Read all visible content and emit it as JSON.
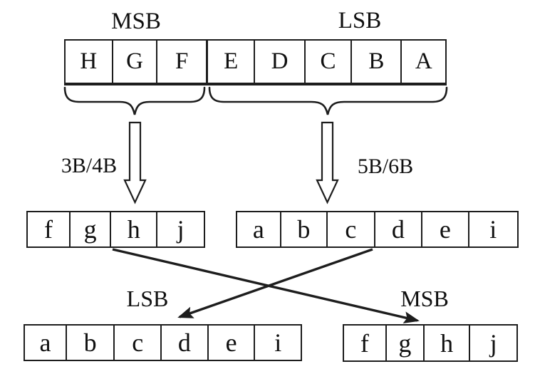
{
  "labels": {
    "msb_top": "MSB",
    "lsb_top": "LSB",
    "encoder_left": "3B/4B",
    "encoder_right": "5B/6B",
    "lsb_bottom": "LSB",
    "msb_bottom": "MSB"
  },
  "input_byte": {
    "msb_bits": [
      "H",
      "G",
      "F"
    ],
    "lsb_bits": [
      "E",
      "D",
      "C",
      "B",
      "A"
    ]
  },
  "encoded": {
    "four_bit_block": [
      "f",
      "g",
      "h",
      "j"
    ],
    "six_bit_block": [
      "a",
      "b",
      "c",
      "d",
      "e",
      "i"
    ]
  },
  "output": {
    "lsb_bits": [
      "a",
      "b",
      "c",
      "d",
      "e",
      "i"
    ],
    "msb_bits": [
      "f",
      "g",
      "h",
      "j"
    ]
  },
  "colors": {
    "line": "#1d1d1d",
    "text": "#101010",
    "background": "#ffffff"
  }
}
